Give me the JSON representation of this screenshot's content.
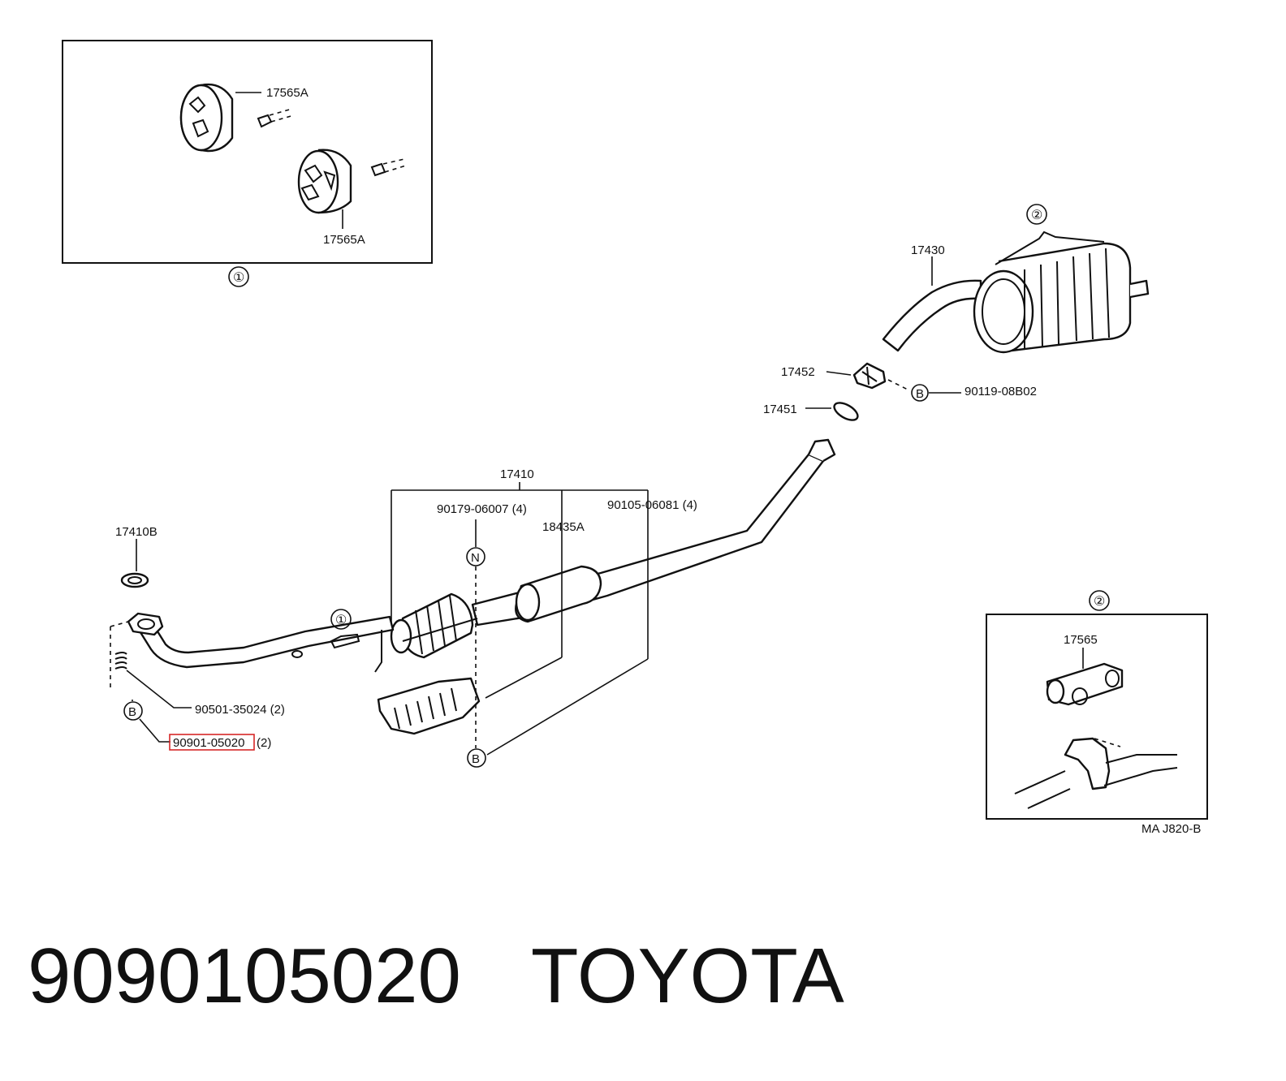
{
  "caption": {
    "part_number": "9090105020",
    "brand": "TOYOTA"
  },
  "highlight_color": "#d62828",
  "diagram": {
    "inset1": {
      "marker": "①",
      "labels": [
        "17565A",
        "17565A"
      ]
    },
    "inset2": {
      "marker": "②",
      "labels": [
        "17565"
      ]
    },
    "muffler_marker": "②",
    "pipe_marker": "①",
    "codes": {
      "p17430": "17430",
      "p17452": "17452",
      "p17451": "17451",
      "b_marker": "B",
      "p90119": "90119-08B02",
      "p17410": "17410",
      "p90179": "90179-06007 (4)",
      "p90105": "90105-06081 (4)",
      "p18435A": "18435A",
      "n_marker": "N",
      "p17410B": "17410B",
      "p90501": "90501-35024 (2)",
      "p90901": "90901-05020",
      "p90901_qty": "(2)",
      "footer_code": "MA J820-B"
    }
  }
}
